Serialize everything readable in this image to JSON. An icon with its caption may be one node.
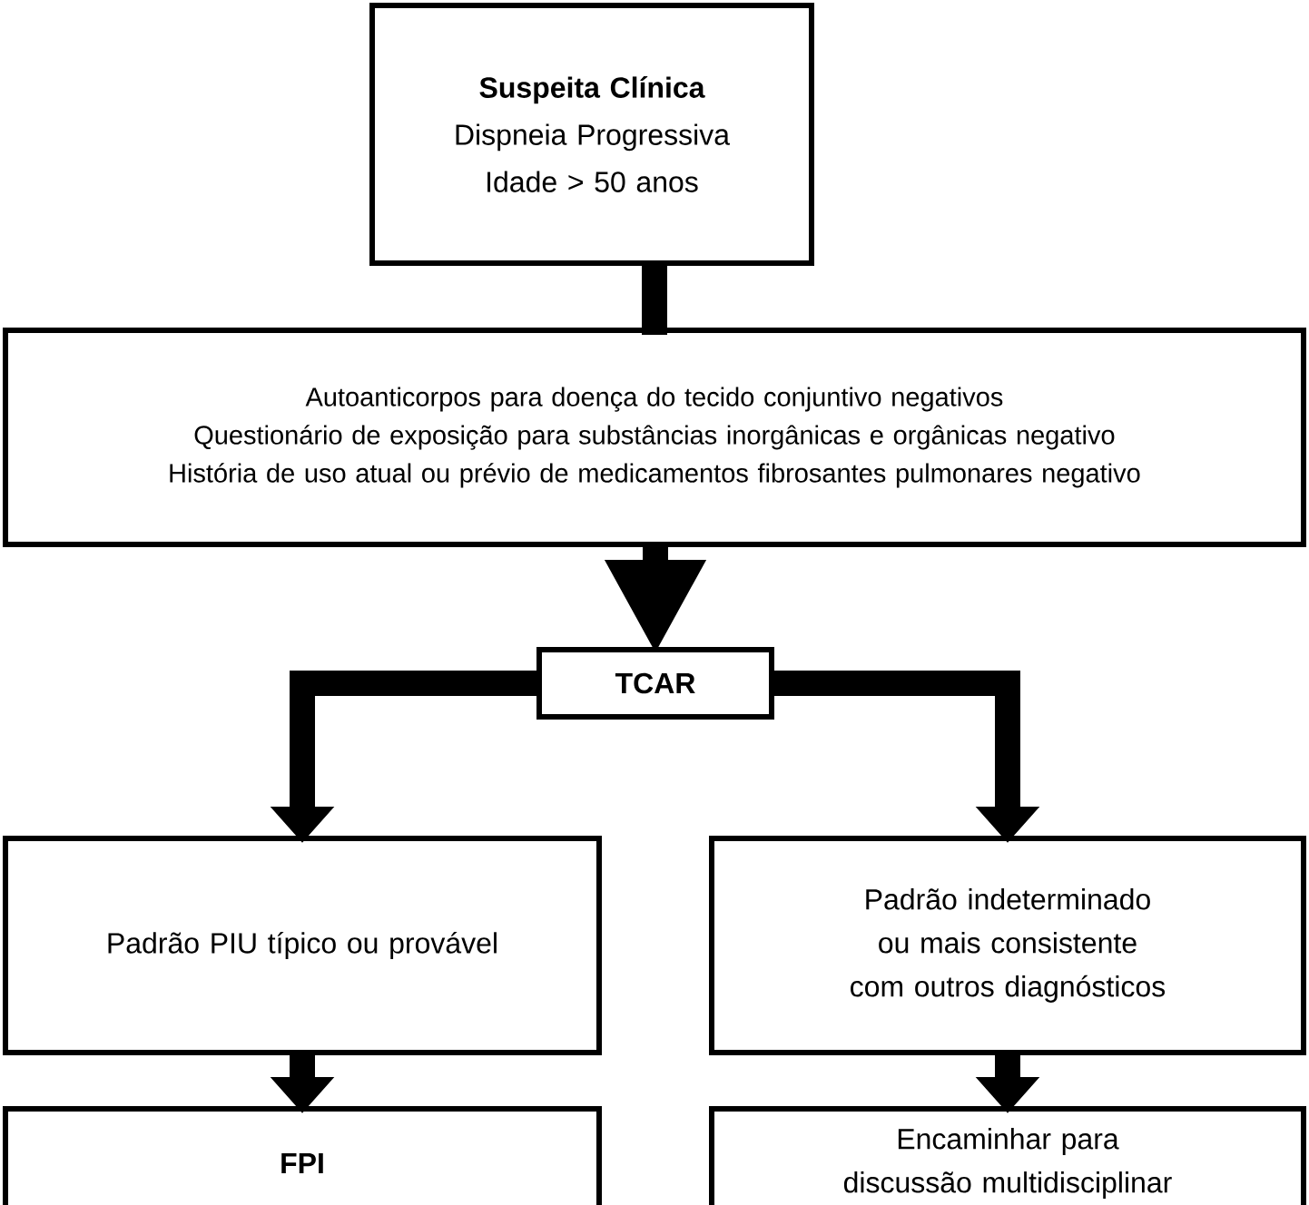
{
  "diagram": {
    "nodes": [
      {
        "text": [
          "Suspeita Clínica",
          "Dispneia Progressiva",
          "Idade > 50 anos"
        ]
      },
      {
        "text": [
          "Autoanticorpos para doença do tecido conjuntivo negativos",
          "Questionário de exposição para substâncias inorgânicas e orgânicas negativo",
          "História de uso atual ou prévio de medicamentos fibrosantes pulmonares negativo"
        ]
      },
      {
        "text": [
          "TCAR"
        ]
      },
      {
        "text": [
          "Padrão PIU típico ou provável"
        ]
      },
      {
        "text": [
          "Padrão indeterminado ou mais consistente com outros diagnósticos"
        ]
      },
      {
        "text": [
          "FPI"
        ]
      },
      {
        "text": [
          "Encaminhar para discussão multidisciplinar"
        ]
      }
    ],
    "edges": [
      {
        "from": 0,
        "to": 1,
        "arrow": "none"
      },
      {
        "from": 1,
        "to": 2,
        "arrow": "to"
      },
      {
        "from": 2,
        "to": 3,
        "arrow": "to"
      },
      {
        "from": 2,
        "to": 4,
        "arrow": "to"
      },
      {
        "from": 3,
        "to": 5,
        "arrow": "to"
      },
      {
        "from": 4,
        "to": 6,
        "arrow": "to"
      }
    ]
  }
}
